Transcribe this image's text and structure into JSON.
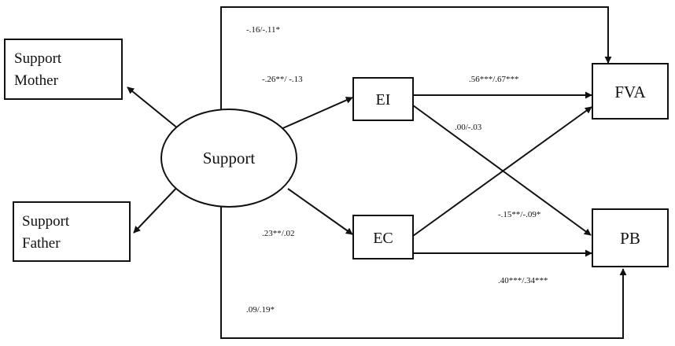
{
  "nodes": {
    "support_mother": [
      "Support",
      "Mother"
    ],
    "support_father": [
      "Support",
      "Father"
    ],
    "support": "Support",
    "ei": "EI",
    "ec": "EC",
    "fva": "FVA",
    "pb": "PB"
  },
  "coefficients": {
    "support_fva": "-.16/-.11*",
    "support_ei": "-.26**/ -.13",
    "ei_fva": ".56***/.67***",
    "ei_pb": ".00/-.03",
    "ec_fva": "-.15**/-.09*",
    "support_ec": ".23**/.02",
    "ec_pb": ".40***/.34***",
    "support_pb": ".09/.19*"
  },
  "colors": {
    "line": "#111111",
    "background": "#ffffff"
  }
}
